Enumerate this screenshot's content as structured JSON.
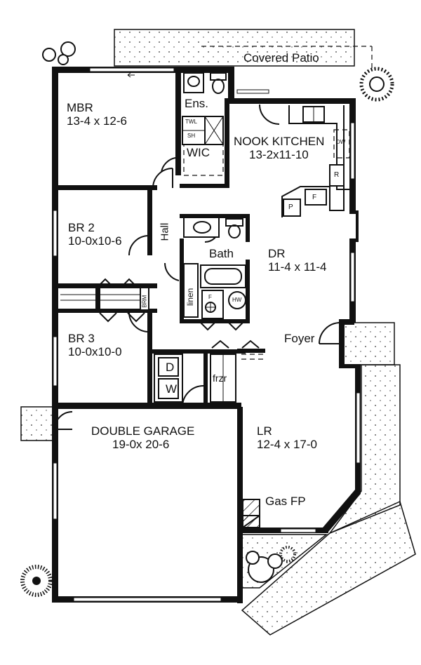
{
  "rooms": {
    "patio": {
      "name": "Covered Patio"
    },
    "mbr": {
      "name": "MBR",
      "size": "13-4 x 12-6"
    },
    "ensuite": {
      "name": "Ens."
    },
    "wic": {
      "name": "WIC"
    },
    "twl": "TWL",
    "sh": "SH",
    "kitchen": {
      "name": "NOOK KITCHEN",
      "size": "13-2x11-10"
    },
    "dw": "DW",
    "r": "R",
    "p": "P",
    "f": "F",
    "br2": {
      "name": "BR 2",
      "size": "10-0x10-6"
    },
    "hall": "Hall",
    "bath": "Bath",
    "dr": {
      "name": "DR",
      "size": "11-4 x 11-4"
    },
    "linen": "linen",
    "furnace": "F",
    "hw": "HW",
    "brm": "BRM",
    "br3": {
      "name": "BR 3",
      "size": "10-0x10-0"
    },
    "foyer": "Foyer",
    "dryer": "D",
    "washer": "W",
    "frzr": "frzr",
    "garage": {
      "name": "DOUBLE GARAGE",
      "size": "19-0x 20-6"
    },
    "lr": {
      "name": "LR",
      "size": "12-4 x 17-0"
    },
    "fireplace": "Gas FP"
  }
}
